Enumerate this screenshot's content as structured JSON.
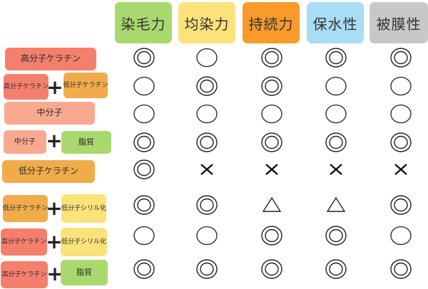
{
  "columns": [
    {
      "label": "染毛力",
      "color": "#a9d86e"
    },
    {
      "label": "均染力",
      "color": "#fbe27a"
    },
    {
      "label": "持続力",
      "color": "#f99a2a"
    },
    {
      "label": "保水性",
      "color": "#a9dcf5"
    },
    {
      "label": "被膜性",
      "color": "#c8c8c8"
    }
  ],
  "rows": [
    {
      "ingredients": [
        {
          "label": "高分子ケラチン",
          "color": "#f57f6d"
        }
      ],
      "ratings": [
        "double-circle",
        "circle",
        "double-circle",
        "double-circle",
        "double-circle"
      ]
    },
    {
      "ingredients": [
        {
          "label": "高分子ケラチン",
          "color": "#f57f6d"
        },
        {
          "label": "低分子ケラチン",
          "color": "#f0ac4a"
        }
      ],
      "ratings": [
        "circle",
        "double-circle",
        "double-circle",
        "circle",
        "circle"
      ]
    },
    {
      "ingredients": [
        {
          "label": "中分子",
          "color": "#f8a990"
        }
      ],
      "ratings": [
        "circle",
        "circle",
        "circle",
        "circle",
        "circle"
      ]
    },
    {
      "ingredients": [
        {
          "label": "中分子",
          "color": "#f8a990"
        },
        {
          "label": "脂質",
          "color": "#a9d86e"
        }
      ],
      "ratings": [
        "double-circle",
        "double-circle",
        "double-circle",
        "double-circle",
        "double-circle"
      ]
    },
    {
      "ingredients": [
        {
          "label": "低分子ケラチン",
          "color": "#f0ac4a"
        }
      ],
      "ratings": [
        "double-circle",
        "cross",
        "cross",
        "cross",
        "cross"
      ]
    },
    {
      "ingredients": [
        {
          "label": "低分子ケラチン",
          "color": "#f0ac4a"
        },
        {
          "label": "低分子シリル化",
          "color": "#fbe27a"
        }
      ],
      "ratings": [
        "double-circle",
        "double-circle",
        "triangle",
        "triangle",
        "double-circle"
      ]
    },
    {
      "ingredients": [
        {
          "label": "高分子ケラチン",
          "color": "#f57f6d"
        },
        {
          "label": "低分子シリル化",
          "color": "#fbe27a"
        }
      ],
      "ratings": [
        "circle",
        "circle",
        "double-circle",
        "double-circle",
        "circle"
      ]
    },
    {
      "ingredients": [
        {
          "label": "高分子ケラチン",
          "color": "#f57f6d"
        },
        {
          "label": "脂質",
          "color": "#a9d86e"
        }
      ],
      "ratings": [
        "double-circle",
        "double-circle",
        "double-circle",
        "double-circle",
        "double-circle"
      ]
    }
  ],
  "plus_symbol": "+"
}
